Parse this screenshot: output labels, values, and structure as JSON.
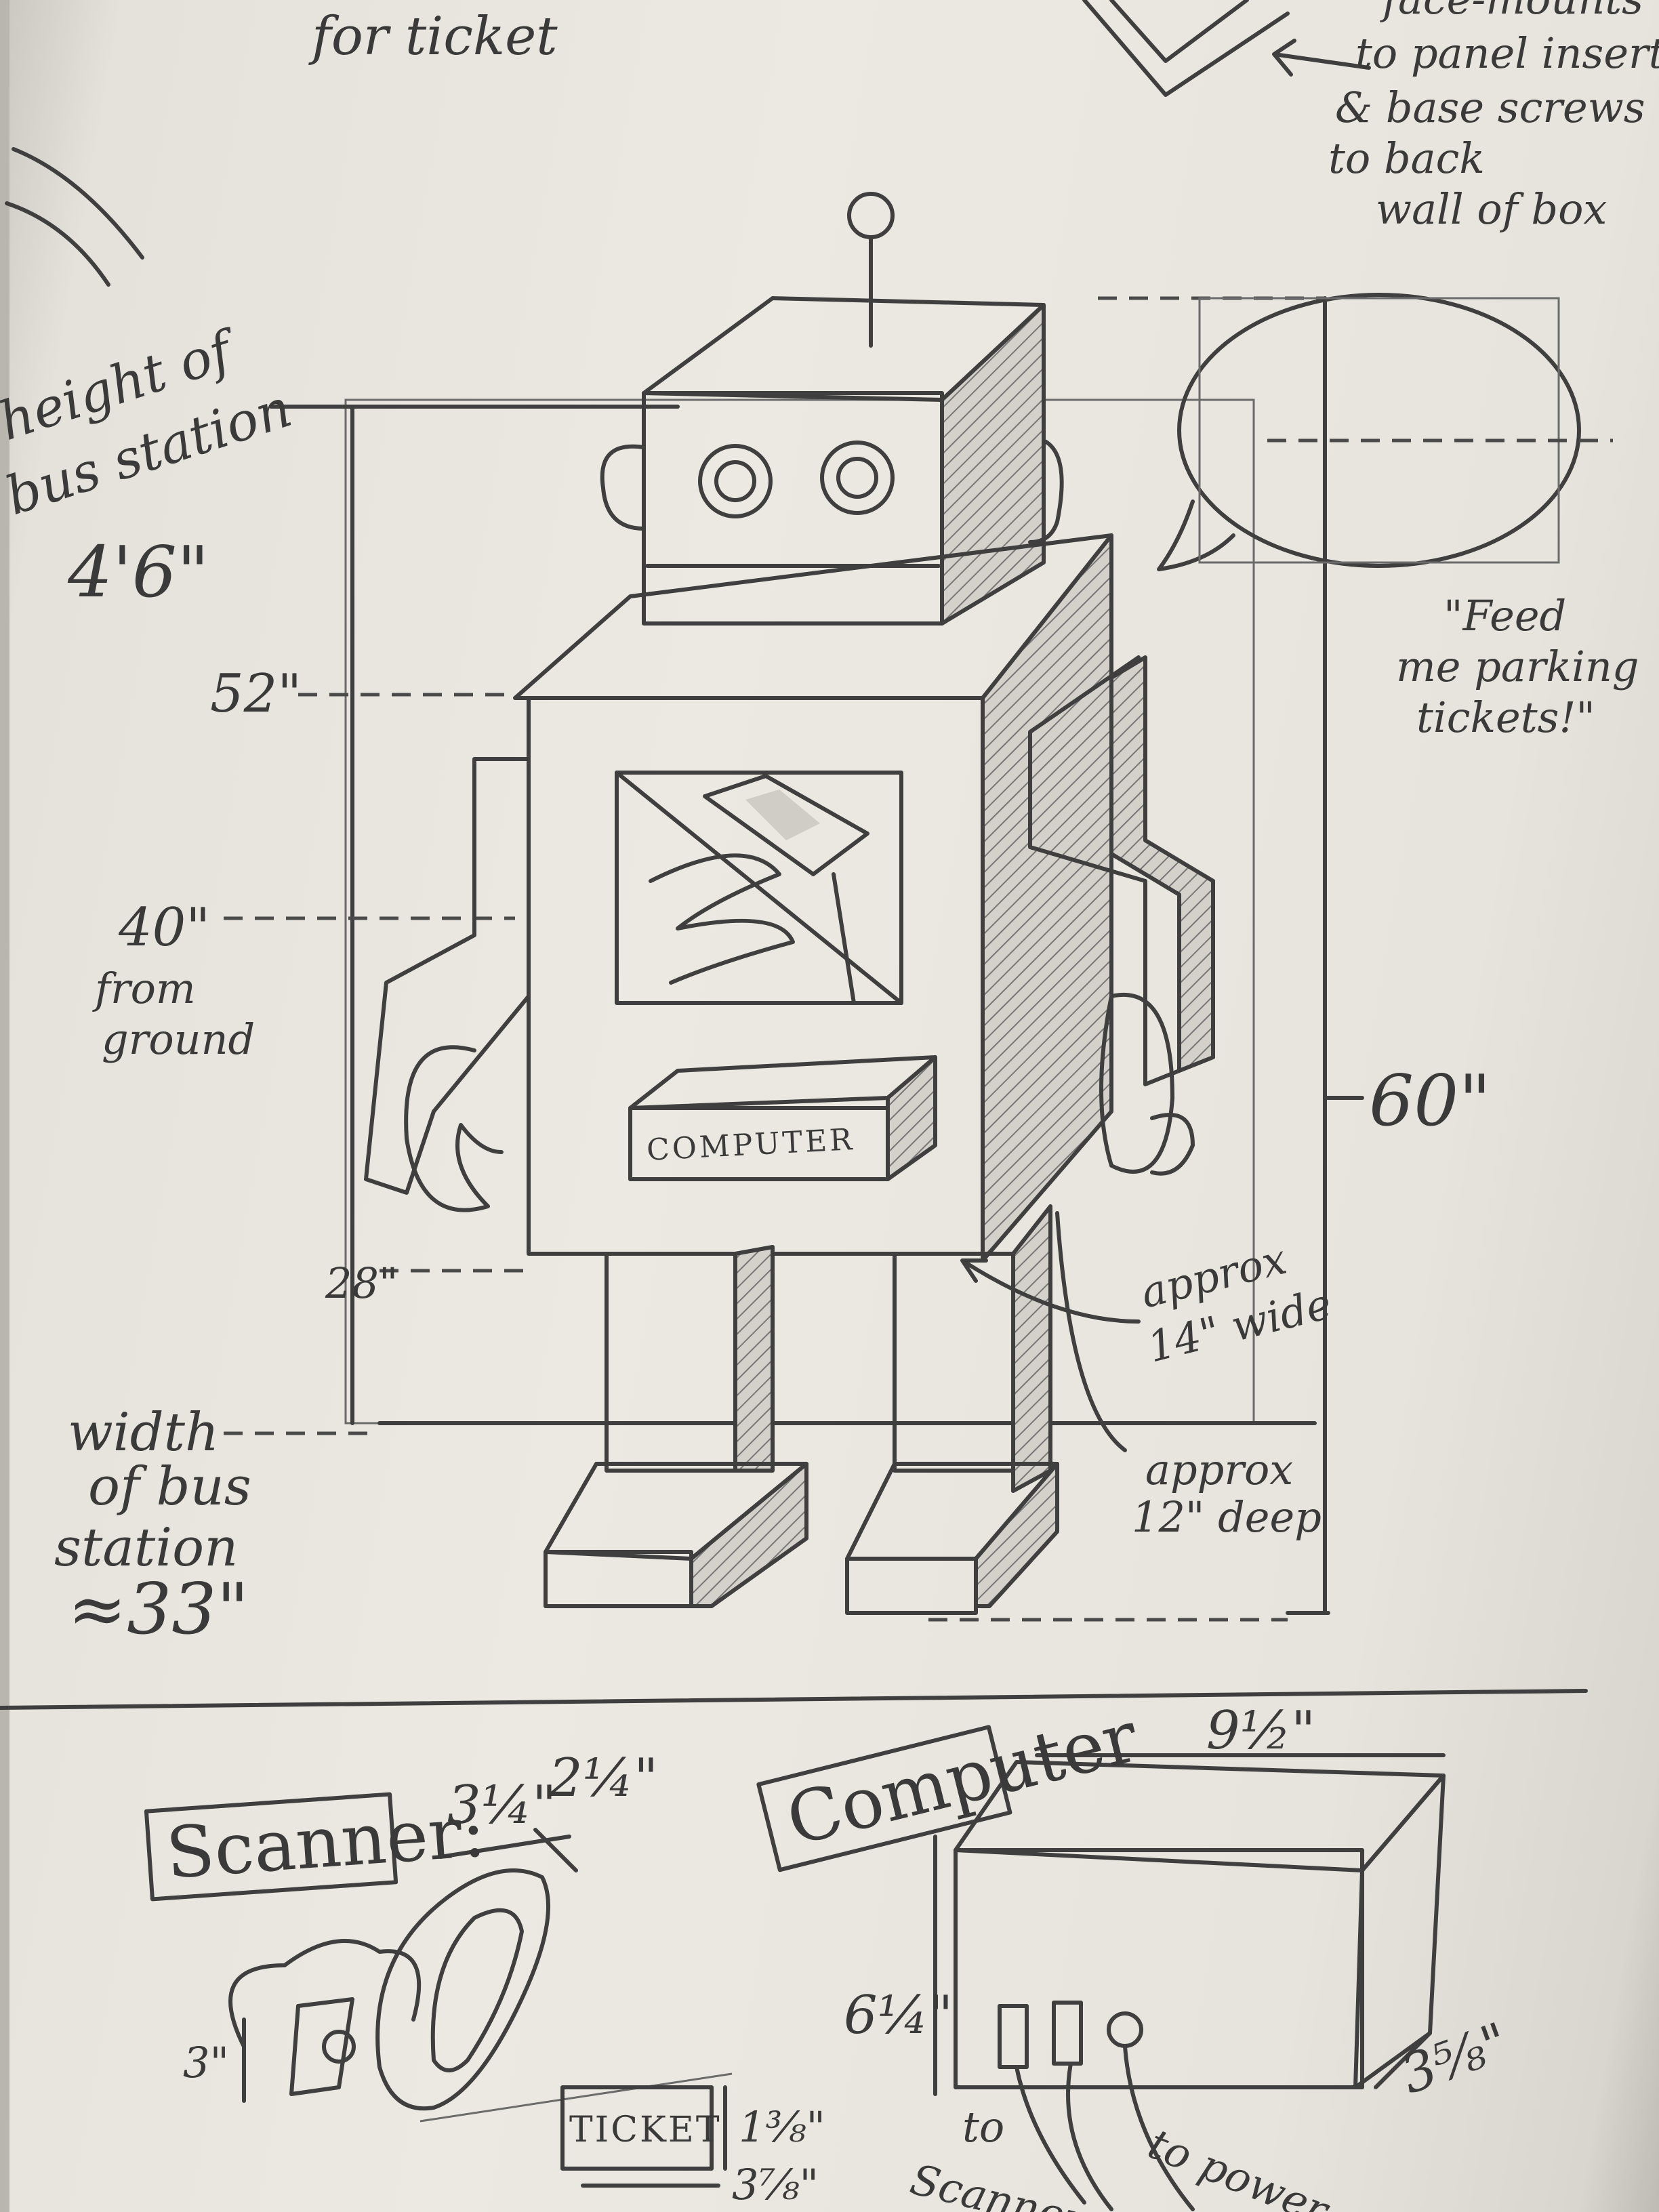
{
  "top_notes": {
    "ticket_note": "for ticket",
    "mount_note": [
      "face-mounts",
      "to panel insert",
      "& base screws",
      "to back",
      "wall of box"
    ]
  },
  "robot": {
    "speech_bubble": [
      "\"Feed",
      "me parking",
      "tickets!\""
    ],
    "computer_label": "COMPUTER"
  },
  "dimensions": {
    "bus_station_height": [
      "height of",
      "bus station",
      "4'6\""
    ],
    "mark_52": "52\"",
    "mark_40": [
      "40\"",
      "from",
      "ground"
    ],
    "mark_28": "28\"",
    "mark_60": "60\"",
    "bus_station_width": [
      "width",
      "of bus",
      "station",
      "≈33\""
    ],
    "approx_wide": [
      "approx",
      "14\" wide"
    ],
    "approx_deep": [
      "approx",
      "12\" deep"
    ]
  },
  "scanner": {
    "label": "Scanner:",
    "dim_a": "3¼\"",
    "dim_b": "2¼\"",
    "dim_height": "3\"",
    "ticket": "TICKET",
    "ticket_h": "1⅜\"",
    "ticket_w": "3⅞\""
  },
  "computer": {
    "label": "Computer",
    "width": "9½\"",
    "height": "6¼\"",
    "depth": "3⅝\"",
    "to_scanner": [
      "to",
      "Scanner"
    ],
    "to_power": "to power"
  }
}
